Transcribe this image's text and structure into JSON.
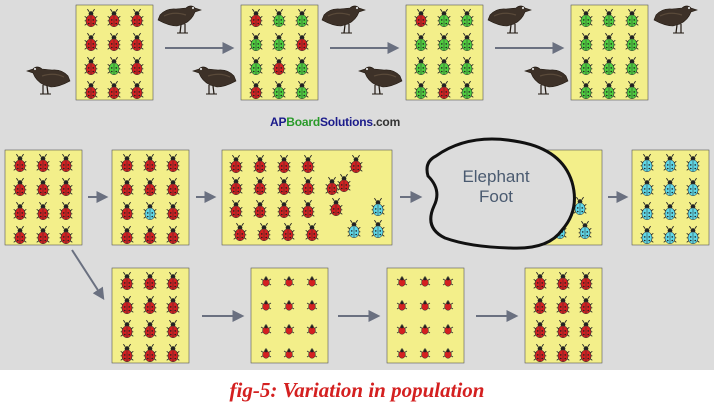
{
  "caption": "fig-5: Variation in population",
  "watermark": {
    "part1": "AP",
    "part2": "Board",
    "part3": "Solutions",
    "part4": ".com"
  },
  "elephant_label_line1": "Elephant",
  "elephant_label_line2": "Foot",
  "colors": {
    "background": "#dcdcdc",
    "panel": "#f3ef8a",
    "red_beetle": "#d42020",
    "green_beetle": "#4fcf3f",
    "blue_beetle": "#5fd8e8",
    "arrow": "#6a7080",
    "caption": "#d42020"
  },
  "icons": {
    "beetle": "beetle-icon",
    "crow": "crow-icon",
    "small_beetle": "small-beetle-icon",
    "arrow": "arrow-icon"
  }
}
